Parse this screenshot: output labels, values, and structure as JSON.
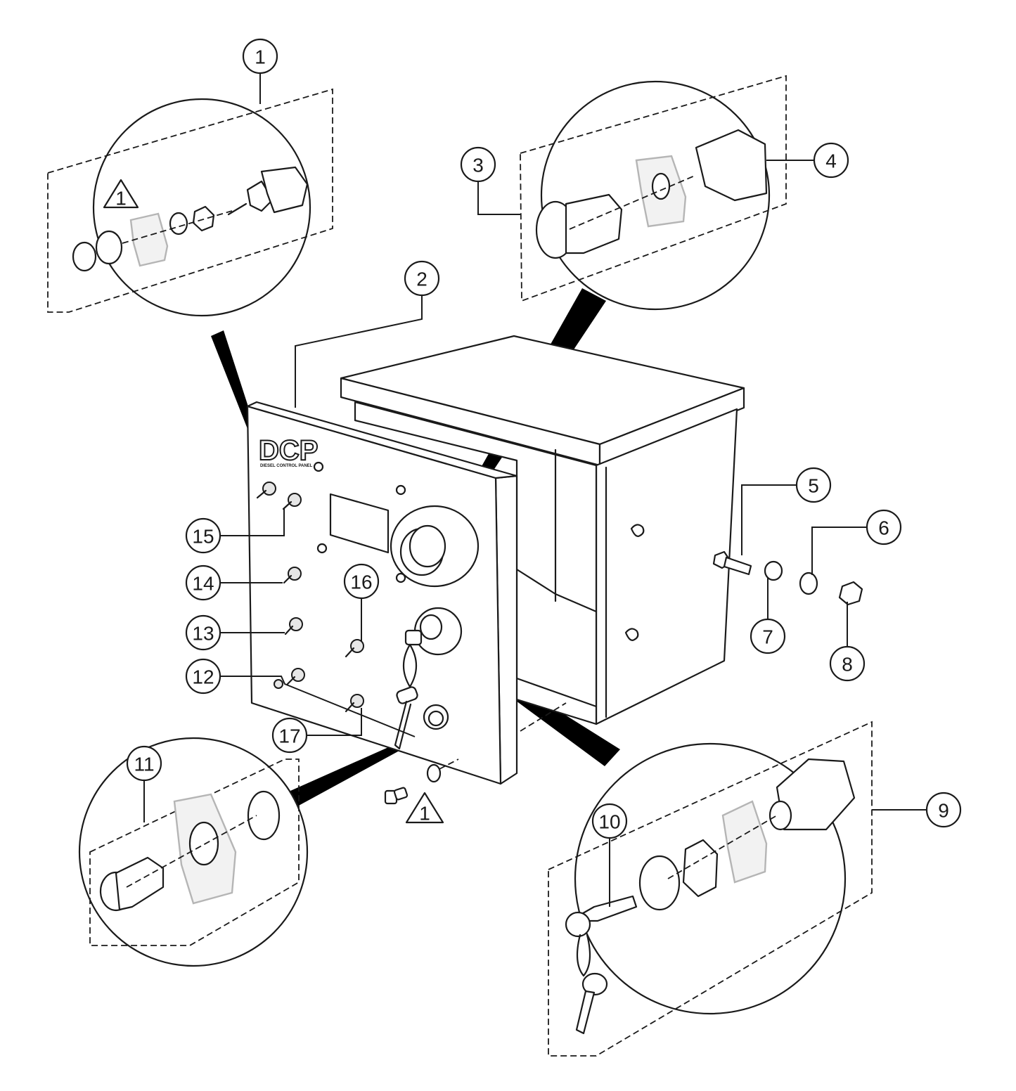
{
  "diagram": {
    "callouts": [
      {
        "id": "c1",
        "label": "1"
      },
      {
        "id": "c2",
        "label": "2"
      },
      {
        "id": "c3",
        "label": "3"
      },
      {
        "id": "c4",
        "label": "4"
      },
      {
        "id": "c5",
        "label": "5"
      },
      {
        "id": "c6",
        "label": "6"
      },
      {
        "id": "c7",
        "label": "7"
      },
      {
        "id": "c8",
        "label": "8"
      },
      {
        "id": "c9",
        "label": "9"
      },
      {
        "id": "c10",
        "label": "10"
      },
      {
        "id": "c11",
        "label": "11"
      },
      {
        "id": "c12",
        "label": "12"
      },
      {
        "id": "c13",
        "label": "13"
      },
      {
        "id": "c14",
        "label": "14"
      },
      {
        "id": "c15",
        "label": "15"
      },
      {
        "id": "c16",
        "label": "16"
      },
      {
        "id": "c17",
        "label": "17"
      }
    ],
    "warning_triangles": [
      {
        "id": "w1",
        "label": "1"
      },
      {
        "id": "w2",
        "label": "1"
      }
    ],
    "logo": {
      "text": "DCP",
      "subtext": "DIESEL CONTROL PANEL"
    }
  }
}
